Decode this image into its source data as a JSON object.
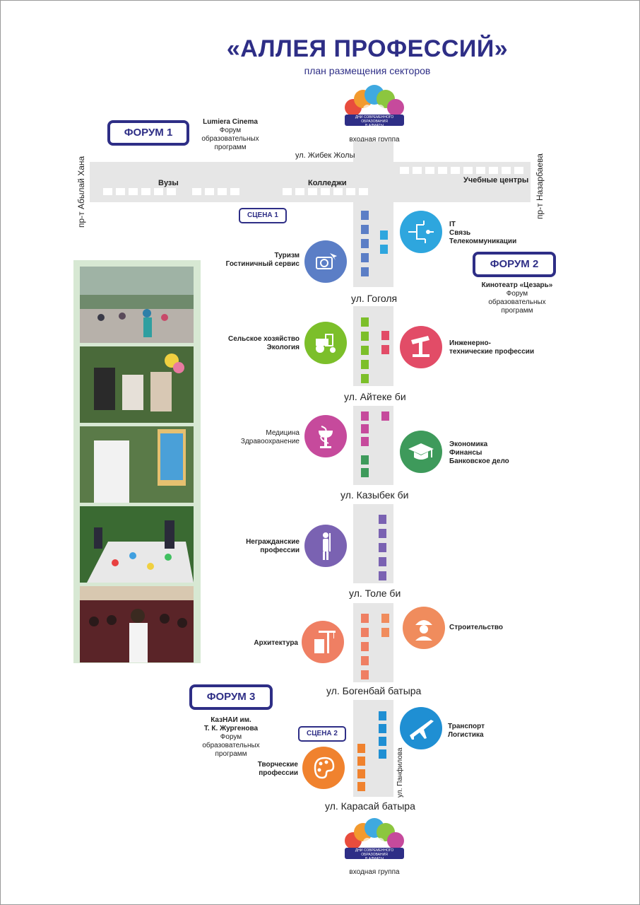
{
  "header": {
    "title": "«АЛЛЕЯ ПРОФЕССИЙ»",
    "subtitle": "план размещения секторов"
  },
  "logo": {
    "caption_line1": "ДНИ СОВРЕМЕННОГО ОБРАЗОВАНИЯ",
    "caption_line2": "В АЛМАТЫ",
    "entrance_top": "входная группа",
    "entrance_bottom": "входная группа"
  },
  "streets": {
    "zhibek": "ул. Жибек Жолы",
    "abylai": "пр-т Абылай Хана",
    "nazarbayev": "пр-т Назарбаева",
    "gogol": "ул. Гоголя",
    "aiteke": "ул. Айтеке би",
    "kazybek": "ул. Казыбек би",
    "tole": "ул. Толе би",
    "bogenbai": "ул. Богенбай батыра",
    "karasai": "ул. Карасай батыра",
    "panfilov": "ул. Панфилова"
  },
  "zones": {
    "vuzy": "Вузы",
    "colleges": "Колледжи",
    "training": "Учебные центры"
  },
  "forums": {
    "forum1": {
      "label": "ФОРУМ 1",
      "venue": "Lumiera Cinema",
      "desc": [
        "Форум",
        "образовательных",
        "программ"
      ]
    },
    "forum2": {
      "label": "ФОРУМ 2",
      "venue": "Кинотеатр «Цезарь»",
      "desc": [
        "Форум",
        "образовательных",
        "программ"
      ]
    },
    "forum3": {
      "label": "ФОРУМ 3",
      "venue": [
        "КазНАИ им.",
        "Т. К. Жургенова"
      ],
      "desc": [
        "Форум",
        "образовательных",
        "программ"
      ]
    }
  },
  "scenes": {
    "scene1": "СЦЕНА 1",
    "scene2": "СЦЕНА 2"
  },
  "sectors": [
    {
      "lines": [
        "Туризм",
        "Гостиничный сервис"
      ],
      "color": "#5b7ec6",
      "icon": "camera-plane-icon"
    },
    {
      "lines": [
        "IT",
        "Связь",
        "Телекоммуникации"
      ],
      "color": "#2ea6de",
      "icon": "circuit-icon"
    },
    {
      "lines": [
        "Сельское хозяйство",
        "Экология"
      ],
      "color": "#7cbf2a",
      "icon": "tractor-icon"
    },
    {
      "lines": [
        "Инженерно-",
        "технические профессии"
      ],
      "color": "#e24c67",
      "icon": "oil-pump-icon"
    },
    {
      "lines": [
        "Медицина",
        "Здравоохранение"
      ],
      "color": "#c64a9c",
      "icon": "medicine-icon"
    },
    {
      "lines": [
        "Экономика",
        "Финансы",
        "Банковское дело"
      ],
      "color": "#3e9a5b",
      "icon": "graduation-cap-icon"
    },
    {
      "lines": [
        "Негражданские",
        "профессии"
      ],
      "color": "#7a62b2",
      "icon": "soldier-icon"
    },
    {
      "lines": [
        "Архитектура"
      ],
      "color": "#ef7f63",
      "icon": "crane-icon"
    },
    {
      "lines": [
        "Строительство"
      ],
      "color": "#f08c5d",
      "icon": "builder-icon"
    },
    {
      "lines": [
        "Транспорт",
        "Логистика"
      ],
      "color": "#1f8fd3",
      "icon": "airplane-icon"
    },
    {
      "lines": [
        "Творческие",
        "профессии"
      ],
      "color": "#f0822e",
      "icon": "palette-icon"
    }
  ],
  "colors": {
    "brand": "#2e2e86",
    "road": "#e6e6e6",
    "photo_frame": "#d7e8d3"
  }
}
